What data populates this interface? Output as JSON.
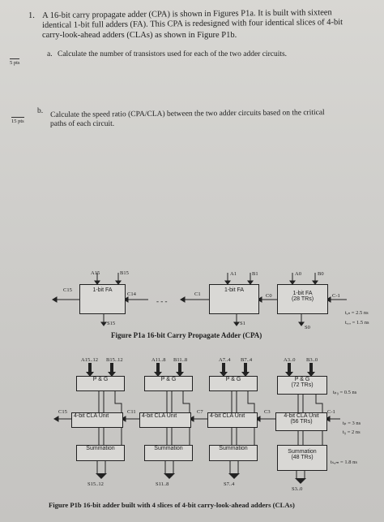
{
  "question": {
    "number": "1.",
    "line1": "A 16-bit carry propagate adder (CPA) is shown in Figures P1a. It is built with sixteen",
    "line2": "identical 1-bit full adders (FA). This CPA is redesigned with four identical slices of 4-bit",
    "line3": "carry-look-ahead adders (CLAs) as shown in Figure P1b."
  },
  "part_a": {
    "label": "a.",
    "text": "Calculate the number of transistors used for each of the two adder circuits.",
    "points": "5 pts"
  },
  "part_b": {
    "label": "b.",
    "line1": "Calculate the speed ratio (CPA/CLA) between the two adder circuits based on the critical",
    "line2": "paths of each circuit.",
    "points": "15 pts"
  },
  "fig_a": {
    "caption": "Figure P1a   16-bit Carry Propagate Adder (CPA)",
    "fa_left": "1-bit FA",
    "fa_mid": "1-bit FA",
    "fa_right_1": "1-bit FA",
    "fa_right_2": "(28 TRs)",
    "a15": "A15",
    "b15": "B15",
    "a1": "A1",
    "b1": "B1",
    "a0": "A0",
    "b0": "B0",
    "c15": "C15",
    "c14": "C14",
    "c1": "C1",
    "c0": "C0",
    "cm1": "C-1",
    "dots": "- - -",
    "s15": "S15",
    "s1": "S1",
    "s0": "S0",
    "timing_1": "tₐₙ = 2.5 ns",
    "timing_2": "tₓₒᵣ = 1.5 ns"
  },
  "fig_b": {
    "caption": "Figure P1b   16-bit adder built with 4 slices of 4-bit carry-look-ahead adders (CLAs)",
    "in1a": "A15..12",
    "in1b": "B15..12",
    "in2a": "A11..8",
    "in2b": "B11..8",
    "in3a": "A7..4",
    "in3b": "B7..4",
    "in4a": "A3..0",
    "in4b": "B3..0",
    "pg": "P & G",
    "pg_last_1": "P & G",
    "pg_last_2": "(72 TRs)",
    "cla": "4-bit CLA Unit",
    "cla_last_1": "4-bit CLA Unit",
    "cla_last_2": "(56 TRs)",
    "sum": "Summation",
    "sum_last_1": "Summation",
    "sum_last_2": "(48 TRs)",
    "c15": "C15",
    "c11": "C11",
    "c7": "C7",
    "c3": "C3",
    "cm1": "C-1",
    "out1": "S15..12",
    "out2": "S11..8",
    "out3": "S7..4",
    "out4": "S3..0",
    "t_pg": "tₚ₉ = 0.5 ns",
    "t_cla_1": "tₚ = 3 ns",
    "t_cla_2": "t₉ = 2 ns",
    "t_sum": "tₛᵤₘ = 1.8 ns"
  }
}
